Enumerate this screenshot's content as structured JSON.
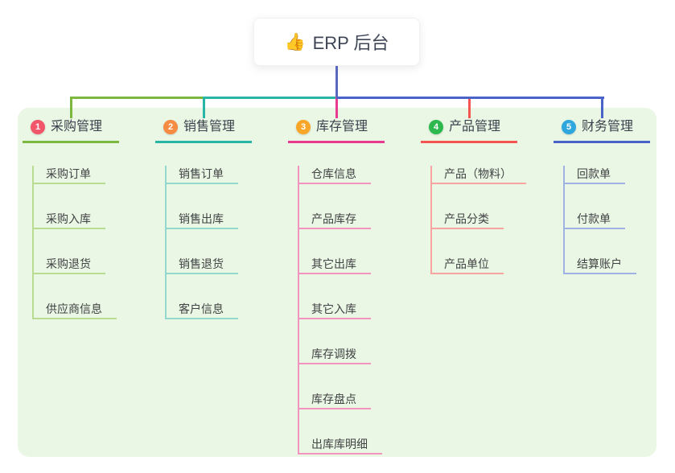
{
  "root": {
    "icon": "👍",
    "label": "ERP 后台"
  },
  "connector": {
    "root_line_color": "#5a68c0"
  },
  "branches": [
    {
      "num": "1",
      "title": "采购管理",
      "colors": {
        "badge": "#f2566b",
        "line": "#7cb83f",
        "light": "#b9dc92"
      },
      "children": [
        "采购订单",
        "采购入库",
        "采购退货",
        "供应商信息"
      ]
    },
    {
      "num": "2",
      "title": "销售管理",
      "colors": {
        "badge": "#f68c44",
        "line": "#27b5a6",
        "light": "#93d8cf"
      },
      "children": [
        "销售订单",
        "销售出库",
        "销售退货",
        "客户信息"
      ]
    },
    {
      "num": "3",
      "title": "库存管理",
      "colors": {
        "badge": "#f8a627",
        "line": "#e83a8e",
        "light": "#f393c1"
      },
      "children": [
        "仓库信息",
        "产品库存",
        "其它出库",
        "其它入库",
        "库存调拨",
        "库存盘点",
        "出库库明细"
      ]
    },
    {
      "num": "4",
      "title": "产品管理",
      "colors": {
        "badge": "#2eb850",
        "line": "#f45550",
        "light": "#f8a5a1"
      },
      "children": [
        "产品（物料）",
        "产品分类",
        "产品单位"
      ]
    },
    {
      "num": "5",
      "title": "财务管理",
      "colors": {
        "badge": "#2ea7de",
        "line": "#4a63c8",
        "light": "#a0b2e4"
      },
      "children": [
        "回款单",
        "付款单",
        "结算账户"
      ]
    }
  ]
}
